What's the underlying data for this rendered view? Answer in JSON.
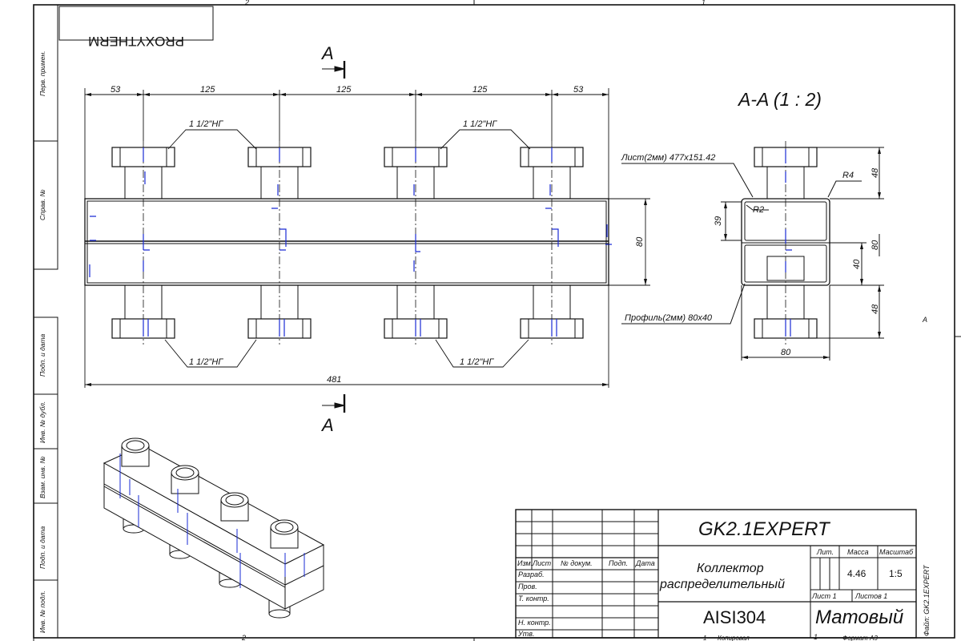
{
  "logo": "PROXYTHERM",
  "sheet_zone_top_left": "2",
  "sheet_zone_top_right": "1",
  "sheet_zone_bottom_left": "2",
  "sheet_zone_bottom_right": "1",
  "side_zone_a": "A",
  "section_letter": "A",
  "section_title": "A-A (1 : 2)",
  "front_view": {
    "dim_top": [
      "53",
      "125",
      "125",
      "125",
      "53"
    ],
    "dim_total": "481",
    "dim_height": "80",
    "thread_label": "1 1/2\"НГ"
  },
  "section_view": {
    "sheet_label": "Лист(2мм) 477x151.42",
    "profile_label": "Профиль(2мм) 80x40",
    "r_outer": "R4",
    "r_inner": "R2",
    "dim_top_48": "48",
    "dim_bottom_48": "48",
    "dim_80_right": "80",
    "dim_40": "40",
    "dim_39": "39",
    "dim_80_bottom": "80"
  },
  "left_margin_labels": [
    "Перв. примен.",
    "Справ. №",
    "Подп. и дата",
    "Инв. № дубл.",
    "Взам. инв. №",
    "Подп. и дата",
    "Инв. № подл."
  ],
  "title_block": {
    "designation": "GK2.1EXPERT",
    "name_line1": "Коллектор",
    "name_line2": "распределительный",
    "material": "AISI304",
    "finish": "Матовый",
    "col_headers": [
      "Изм.",
      "Лист",
      "№ докум.",
      "Подп.",
      "Дата"
    ],
    "row_labels": [
      "Разраб.",
      "Пров.",
      "Т. контр.",
      "",
      "Н. контр.",
      "Утв."
    ],
    "lit_label": "Лит.",
    "mass_label": "Масса",
    "scale_label": "Масштаб",
    "mass_value": "4.46",
    "scale_value": "1:5",
    "sheet_label": "Лист 1",
    "sheets_label": "Листов 1",
    "file_label": "Файл: GK2.1EXPERT",
    "copied_label": "Копировал",
    "format_label": "Формат A3",
    "footer_num": "1"
  }
}
